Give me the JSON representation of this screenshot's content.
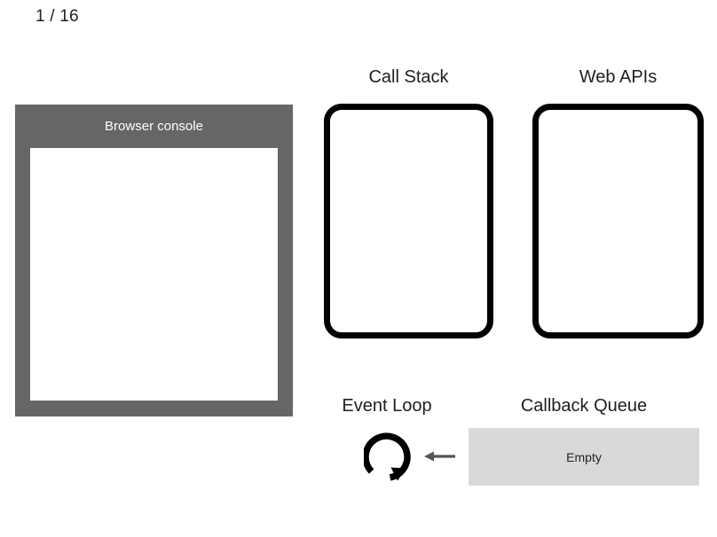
{
  "slide": {
    "counter": "1 / 16",
    "current": 1,
    "total": 16
  },
  "console": {
    "title": "Browser console",
    "log_lines": []
  },
  "panels": {
    "call_stack": {
      "heading": "Call Stack",
      "frames": []
    },
    "web_apis": {
      "heading": "Web APIs",
      "items": []
    },
    "event_loop": {
      "heading": "Event Loop",
      "loop_icon": "circular-loop-arrow-icon",
      "flow_arrow": "arrow-left-icon"
    },
    "callback_queue": {
      "heading": "Callback Queue",
      "status": "Empty",
      "items": []
    }
  },
  "colors": {
    "console_frame": "#666666",
    "console_screen": "#ffffff",
    "box_border": "#000000",
    "queue_fill": "#d9d9d9",
    "arrow": "#555555",
    "text": "#1f1f1f",
    "background": "#ffffff"
  }
}
